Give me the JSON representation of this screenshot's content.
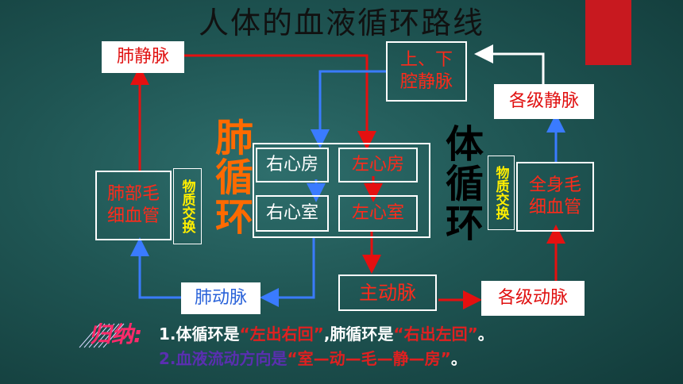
{
  "title": "人体的血液循环路线",
  "labels": {
    "pulmonary_vein": "肺静脉",
    "vena_cava_line1": "上、下",
    "vena_cava_line2": "腔静脉",
    "all_veins": "各级静脉",
    "right_atrium": "右心房",
    "left_atrium": "左心房",
    "right_ventricle": "右心室",
    "left_ventricle": "左心室",
    "lung_cap_line1": "肺部毛",
    "lung_cap_line2": "细血管",
    "body_cap_line1": "全身毛",
    "body_cap_line2": "细血管",
    "exchange_left": "物质交换",
    "exchange_right": "物质交换",
    "pulmonary_artery": "肺动脉",
    "aorta": "主动脉",
    "all_arteries": "各级动脉"
  },
  "big_labels": {
    "pulmonary_circulation": "肺循环",
    "systemic_circulation": "体循环"
  },
  "summary": {
    "badge": "归纳:",
    "line1_prefix": "1.体循环是",
    "line1_q1": "“左出右回”",
    "line1_mid": ",肺循环是",
    "line1_q2": "“右出左回”",
    "line1_end": "。",
    "line2_prefix": "2.血液流动方向是",
    "line2_q": "“室—动—毛—静—房”",
    "line2_end": "。"
  },
  "colors": {
    "red_arrow": "#e51010",
    "blue_arrow": "#3a7bff",
    "white_arrow": "#ffffff",
    "pulmonary_text": "#ff6a00",
    "systemic_text": "#000000",
    "accent_block": "#c8191f"
  }
}
